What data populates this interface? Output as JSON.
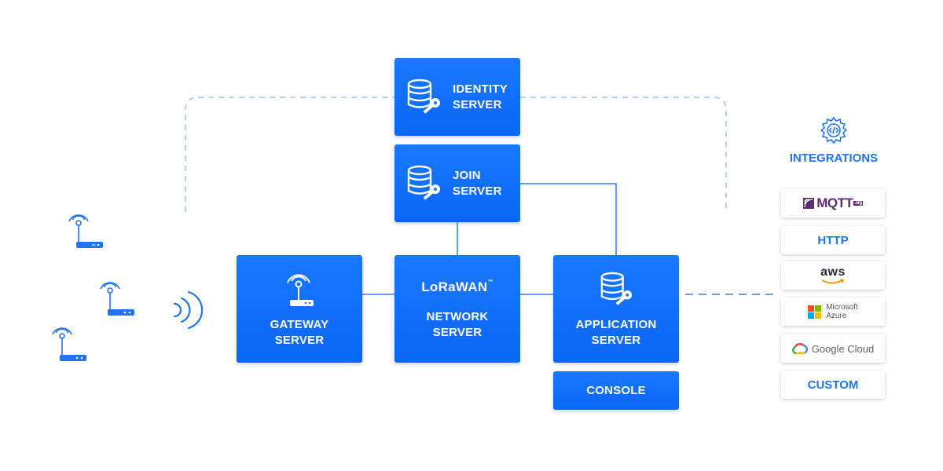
{
  "boxes": {
    "identity": [
      "IDENTITY",
      "SERVER"
    ],
    "join": [
      "JOIN",
      "SERVER"
    ],
    "gateway": [
      "GATEWAY",
      "SERVER"
    ],
    "network": [
      "NETWORK",
      "SERVER"
    ],
    "application": [
      "APPLICATION",
      "SERVER"
    ],
    "console": "CONSOLE"
  },
  "lorawan_logo": "LoRaWAN",
  "lorawan_tm": "™",
  "integrations": {
    "title": "INTEGRATIONS",
    "mqtt": "MQTT",
    "mqtt_suffix": ".org",
    "http": "HTTP",
    "aws": "aws",
    "azure": [
      "Microsoft",
      "Azure"
    ],
    "google": "Google Cloud",
    "custom": "CUSTOM"
  },
  "colors": {
    "box_blue": "#0a66f5",
    "line_blue": "#2f7ff0",
    "dashed_blue": "#9cc3f5",
    "mqtt_purple": "#5b2c6f"
  },
  "icons": [
    "router-icon",
    "signal-waves-icon",
    "database-key-icon",
    "gear-code-icon"
  ]
}
